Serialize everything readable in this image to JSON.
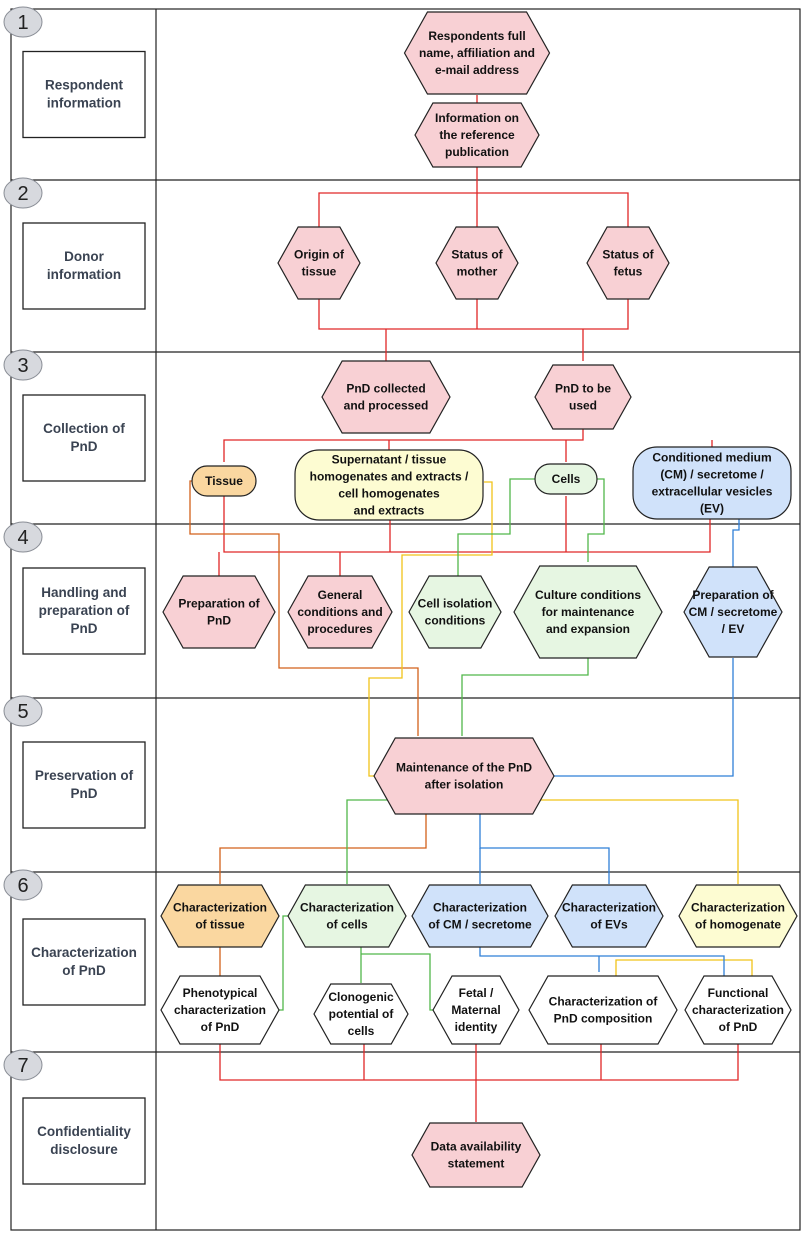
{
  "colors": {
    "pink": "#f8d0d4",
    "orange": "#fad7a0",
    "yellow": "#fdfcd2",
    "green": "#e6f6e2",
    "blue": "#d0e2fa",
    "white": "#ffffff",
    "red_line": "#e02727",
    "orange_line": "#d2601a",
    "yellow_line": "#f0c419",
    "green_line": "#52b74a",
    "blue_line": "#2f7fd7"
  },
  "sections": [
    {
      "number": "1",
      "label": [
        "Respondent",
        "information"
      ]
    },
    {
      "number": "2",
      "label": [
        "Donor",
        "information"
      ]
    },
    {
      "number": "3",
      "label": [
        "Collection of",
        "PnD"
      ]
    },
    {
      "number": "4",
      "label": [
        "Handling and",
        "preparation of",
        "PnD"
      ]
    },
    {
      "number": "5",
      "label": [
        "Preservation of",
        "PnD"
      ]
    },
    {
      "number": "6",
      "label": [
        "Characterization",
        "of PnD"
      ]
    },
    {
      "number": "7",
      "label": [
        "Confidentiality",
        "disclosure"
      ]
    }
  ],
  "nodes": {
    "respondent_info": {
      "text": [
        "Respondents full",
        "name, affiliation and",
        "e-mail address"
      ],
      "color": "pink"
    },
    "reference_pub": {
      "text": [
        "Information on",
        "the reference",
        "publication"
      ],
      "color": "pink"
    },
    "origin_tissue": {
      "text": [
        "Origin of",
        "tissue"
      ],
      "color": "pink"
    },
    "status_mother": {
      "text": [
        "Status of",
        "mother"
      ],
      "color": "pink"
    },
    "status_fetus": {
      "text": [
        "Status of",
        "fetus"
      ],
      "color": "pink"
    },
    "pnd_collected": {
      "text": [
        "PnD collected",
        "and processed"
      ],
      "color": "pink"
    },
    "pnd_used": {
      "text": [
        "PnD to be",
        "used"
      ],
      "color": "pink"
    },
    "tissue": {
      "text": [
        "Tissue"
      ],
      "color": "orange"
    },
    "supernatant": {
      "text": [
        "Supernatant / tissue",
        "homogenates and extracts /",
        "cell homogenates",
        "and extracts"
      ],
      "color": "yellow"
    },
    "cells": {
      "text": [
        "Cells"
      ],
      "color": "green"
    },
    "conditioned_medium": {
      "text": [
        "Conditioned medium",
        "(CM) / secretome /",
        "extracellular vesicles",
        "(EV)"
      ],
      "color": "blue"
    },
    "prep_pnd": {
      "text": [
        "Preparation of",
        "PnD"
      ],
      "color": "pink"
    },
    "general_conditions": {
      "text": [
        "General",
        "conditions and",
        "procedures"
      ],
      "color": "pink"
    },
    "cell_isolation": {
      "text": [
        "Cell isolation",
        "conditions"
      ],
      "color": "green"
    },
    "culture_conditions": {
      "text": [
        "Culture conditions",
        "for maintenance",
        "and expansion"
      ],
      "color": "green"
    },
    "prep_cm": {
      "text": [
        "Preparation of",
        "CM / secretome",
        "/ EV"
      ],
      "color": "blue"
    },
    "maintenance": {
      "text": [
        "Maintenance of the PnD",
        "after isolation"
      ],
      "color": "pink"
    },
    "char_tissue": {
      "text": [
        "Characterization",
        "of tissue"
      ],
      "color": "orange"
    },
    "char_cells": {
      "text": [
        "Characterization",
        "of cells"
      ],
      "color": "green"
    },
    "char_cm": {
      "text": [
        "Characterization",
        "of CM / secretome"
      ],
      "color": "blue"
    },
    "char_evs": {
      "text": [
        "Characterization",
        "of EVs"
      ],
      "color": "blue"
    },
    "char_homogenate": {
      "text": [
        "Characterization",
        "of homogenate"
      ],
      "color": "yellow"
    },
    "phenotypical": {
      "text": [
        "Phenotypical",
        "characterization",
        "of PnD"
      ],
      "color": "white"
    },
    "clonogenic": {
      "text": [
        "Clonogenic",
        "potential of",
        "cells"
      ],
      "color": "white"
    },
    "fetal_maternal": {
      "text": [
        "Fetal /",
        "Maternal",
        "identity"
      ],
      "color": "white"
    },
    "composition": {
      "text": [
        "Characterization of",
        "PnD composition"
      ],
      "color": "white"
    },
    "functional": {
      "text": [
        "Functional",
        "characterization",
        "of PnD"
      ],
      "color": "white"
    },
    "data_availability": {
      "text": [
        "Data availability",
        "statement"
      ],
      "color": "pink"
    }
  }
}
